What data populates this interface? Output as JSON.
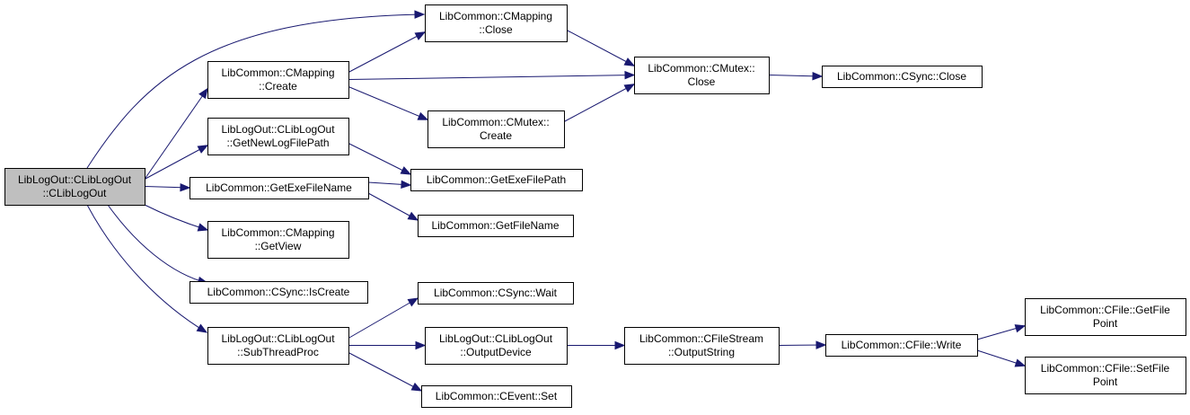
{
  "graph": {
    "colors": {
      "edge": "#191970",
      "node_border": "#000000",
      "root_fill": "#bfbfbf",
      "node_fill": "#ffffff"
    },
    "nodes": [
      {
        "id": "root",
        "lines": [
          "LibLogOut::CLibLogOut",
          "::CLibLogOut"
        ]
      },
      {
        "id": "map_close",
        "lines": [
          "LibCommon::CMapping",
          "::Close"
        ]
      },
      {
        "id": "map_create",
        "lines": [
          "LibCommon::CMapping",
          "::Create"
        ]
      },
      {
        "id": "mutex_close",
        "lines": [
          "LibCommon::CMutex::",
          "Close"
        ]
      },
      {
        "id": "sync_close",
        "lines": [
          "LibCommon::CSync::Close"
        ]
      },
      {
        "id": "mutex_create",
        "lines": [
          "LibCommon::CMutex::",
          "Create"
        ]
      },
      {
        "id": "newlogpath",
        "lines": [
          "LibLogOut::CLibLogOut",
          "::GetNewLogFilePath"
        ]
      },
      {
        "id": "exefilename",
        "lines": [
          "LibCommon::GetExeFileName"
        ]
      },
      {
        "id": "exefilepath",
        "lines": [
          "LibCommon::GetExeFilePath"
        ]
      },
      {
        "id": "filename",
        "lines": [
          "LibCommon::GetFileName"
        ]
      },
      {
        "id": "map_getview",
        "lines": [
          "LibCommon::CMapping",
          "::GetView"
        ]
      },
      {
        "id": "sync_iscreate",
        "lines": [
          "LibCommon::CSync::IsCreate"
        ]
      },
      {
        "id": "subthread",
        "lines": [
          "LibLogOut::CLibLogOut",
          "::SubThreadProc"
        ]
      },
      {
        "id": "sync_wait",
        "lines": [
          "LibCommon::CSync::Wait"
        ]
      },
      {
        "id": "outputdevice",
        "lines": [
          "LibLogOut::CLibLogOut",
          "::OutputDevice"
        ]
      },
      {
        "id": "outputstring",
        "lines": [
          "LibCommon::CFileStream",
          "::OutputString"
        ]
      },
      {
        "id": "file_write",
        "lines": [
          "LibCommon::CFile::Write"
        ]
      },
      {
        "id": "getfilepoint",
        "lines": [
          "LibCommon::CFile::GetFile",
          "Point"
        ]
      },
      {
        "id": "setfilepoint",
        "lines": [
          "LibCommon::CFile::SetFile",
          "Point"
        ]
      },
      {
        "id": "event_set",
        "lines": [
          "LibCommon::CEvent::Set"
        ]
      }
    ],
    "edges": [
      [
        "root",
        "map_close"
      ],
      [
        "root",
        "map_create"
      ],
      [
        "root",
        "newlogpath"
      ],
      [
        "root",
        "exefilename"
      ],
      [
        "root",
        "map_getview"
      ],
      [
        "root",
        "sync_iscreate"
      ],
      [
        "root",
        "subthread"
      ],
      [
        "map_close",
        "mutex_close"
      ],
      [
        "map_create",
        "map_close"
      ],
      [
        "map_create",
        "mutex_close"
      ],
      [
        "map_create",
        "mutex_create"
      ],
      [
        "mutex_create",
        "mutex_close"
      ],
      [
        "mutex_close",
        "sync_close"
      ],
      [
        "newlogpath",
        "exefilepath"
      ],
      [
        "exefilename",
        "exefilepath"
      ],
      [
        "exefilename",
        "filename"
      ],
      [
        "subthread",
        "sync_wait"
      ],
      [
        "subthread",
        "outputdevice"
      ],
      [
        "subthread",
        "event_set"
      ],
      [
        "outputdevice",
        "outputstring"
      ],
      [
        "outputstring",
        "file_write"
      ],
      [
        "file_write",
        "getfilepoint"
      ],
      [
        "file_write",
        "setfilepoint"
      ]
    ]
  }
}
